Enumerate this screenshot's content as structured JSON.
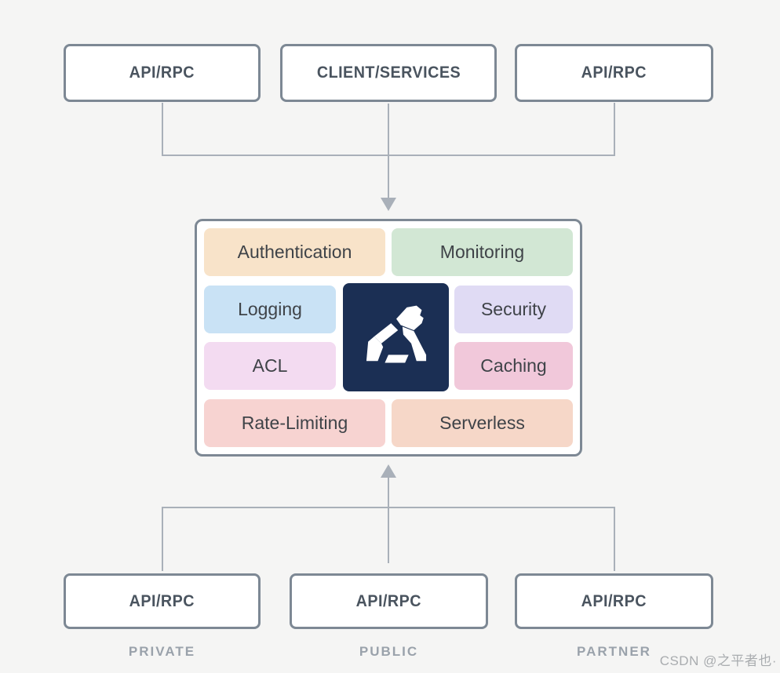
{
  "diagram": {
    "top_nodes": [
      {
        "label": "API/RPC"
      },
      {
        "label": "CLIENT/SERVICES"
      },
      {
        "label": "API/RPC"
      }
    ],
    "gateway": {
      "plugins": [
        {
          "label": "Authentication",
          "color": "#f8e3c9"
        },
        {
          "label": "Monitoring",
          "color": "#d2e7d4"
        },
        {
          "label": "Logging",
          "color": "#c9e2f5"
        },
        {
          "label": "Security",
          "color": "#e0dbf4"
        },
        {
          "label": "ACL",
          "color": "#f3dbf1"
        },
        {
          "label": "Caching",
          "color": "#f1c8da"
        },
        {
          "label": "Rate-Limiting",
          "color": "#f7d3d1"
        },
        {
          "label": "Serverless",
          "color": "#f6d7c8"
        }
      ],
      "logo": {
        "name": "apisix-gorilla-logo",
        "background": "#1b2f54",
        "foreground": "#ffffff"
      }
    },
    "bottom_nodes": [
      {
        "label": "API/RPC",
        "caption": "PRIVATE"
      },
      {
        "label": "API/RPC",
        "caption": "PUBLIC"
      },
      {
        "label": "API/RPC",
        "caption": "PARTNER"
      }
    ],
    "connector_color": "#a9b0b9"
  },
  "watermark": {
    "text": "CSDN @之平者也·"
  }
}
